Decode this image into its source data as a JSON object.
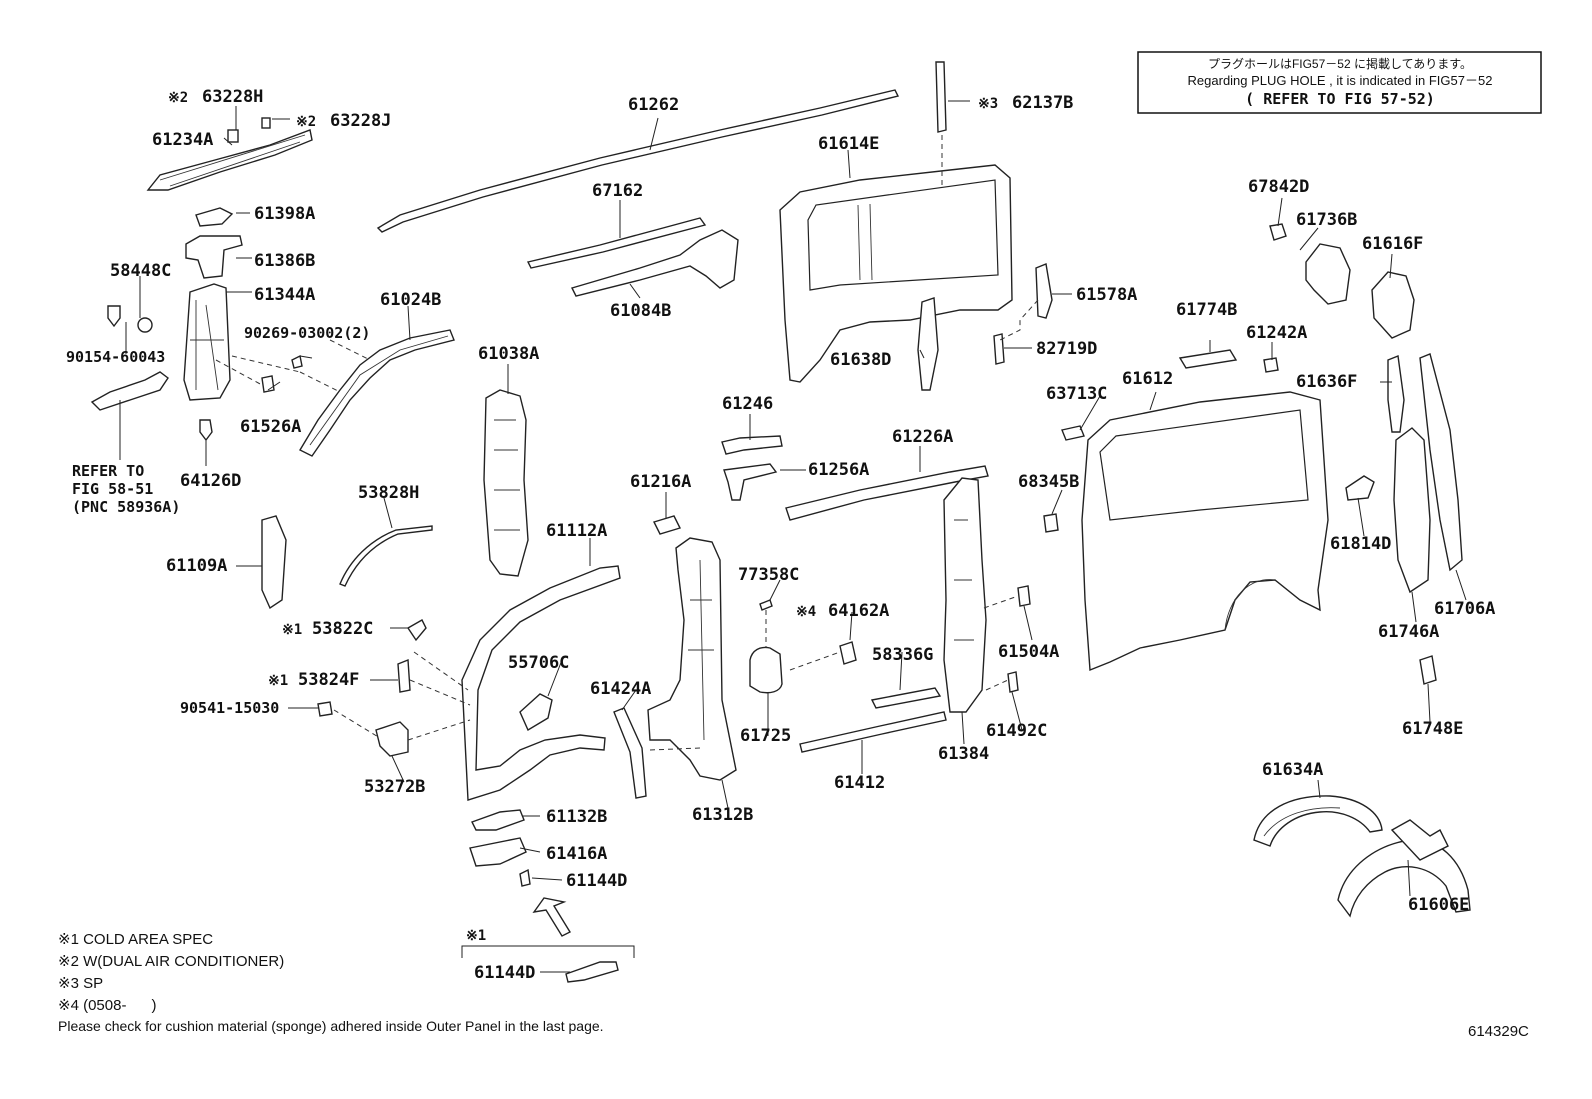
{
  "reference_box": {
    "line_jp": "プラグホールはFIG57－52 に掲載してあります。",
    "line_en": "Regarding PLUG HOLE , it is indicated in FIG57－52",
    "refer": "( REFER TO FIG 57-52)"
  },
  "labels": {
    "p63228H": "63228H",
    "p63228J": "63228J",
    "p61234A": "61234A",
    "p61398A": "61398A",
    "p61386B": "61386B",
    "p58448C": "58448C",
    "p61344A": "61344A",
    "p90269": "90269-03002(2)",
    "p61024B": "61024B",
    "p90154": "90154-60043",
    "p61526A": "61526A",
    "p64126D": "64126D",
    "p61262": "61262",
    "p67162": "67162",
    "p61084B": "61084B",
    "p61614E": "61614E",
    "p62137B": "62137B",
    "p61578A": "61578A",
    "p61638D": "61638D",
    "p82719D": "82719D",
    "p67842D": "67842D",
    "p61736B": "61736B",
    "p61616F": "61616F",
    "p61774B": "61774B",
    "p61242A": "61242A",
    "p63713C": "63713C",
    "p61612": "61612",
    "p61636F": "61636F",
    "p61038A": "61038A",
    "p61246": "61246",
    "p61256A": "61256A",
    "p61226A": "61226A",
    "p68345B": "68345B",
    "p61216A": "61216A",
    "p53828H": "53828H",
    "p61109A": "61109A",
    "p61112A": "61112A",
    "p77358C": "77358C",
    "p64162A": "64162A",
    "p58336G": "58336G",
    "p61504A": "61504A",
    "p53822C": "53822C",
    "p53824F": "53824F",
    "p55706C": "55706C",
    "p90541": "90541-15030",
    "p61424A": "61424A",
    "p61725": "61725",
    "p61492C": "61492C",
    "p61384": "61384",
    "p61412": "61412",
    "p61312B": "61312B",
    "p53272B": "53272B",
    "p61132B": "61132B",
    "p61416A": "61416A",
    "p61144D_1": "61144D",
    "p61144D_2": "61144D",
    "p61814D": "61814D",
    "p61706A": "61706A",
    "p61746A": "61746A",
    "p61748E": "61748E",
    "p61634A": "61634A",
    "p61606E": "61606E"
  },
  "marks": {
    "m2a": "※2",
    "m2b": "※2",
    "m3": "※3",
    "m4": "※4",
    "m1a": "※1",
    "m1b": "※1",
    "m1c": "※1"
  },
  "refer_note": {
    "line1": "REFER TO",
    "line2": "FIG 58-51",
    "line3": "(PNC 58936A)"
  },
  "legend": {
    "l1": "※1 COLD AREA SPEC",
    "l2": "※2 W(DUAL AIR CONDITIONER)",
    "l3": "※3 SP",
    "l4": "※4 (0508-      )",
    "note": "Please check for cushion material (sponge) adhered inside Outer Panel in the last page."
  },
  "figure_code": "614329C"
}
